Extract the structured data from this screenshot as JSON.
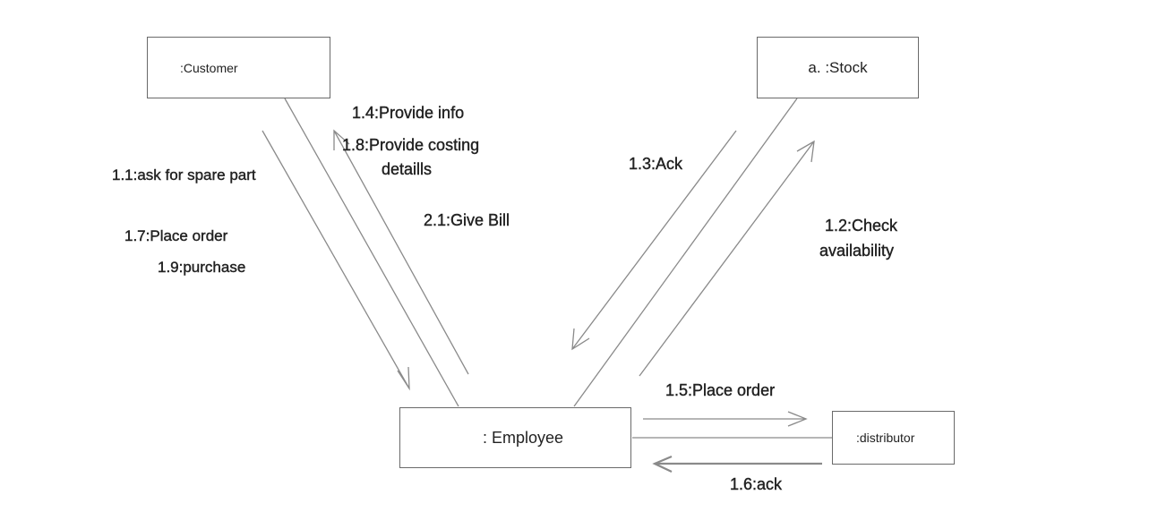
{
  "objects": {
    "customer": ":Customer",
    "stock": "a. :Stock",
    "employee": ": Employee",
    "distributor": ":distributor"
  },
  "messages": {
    "m1_1": "1.1:ask for spare part",
    "m1_7": "1.7:Place order",
    "m1_9": "1.9:purchase",
    "m1_4": "1.4:Provide info",
    "m1_8a": "1.8:Provide costing",
    "m1_8b": "detaills",
    "m2_1": "2.1:Give Bill",
    "m1_3": "1.3:Ack",
    "m1_2a": "1.2:Check",
    "m1_2b": "availability",
    "m1_5": "1.5:Place order",
    "m1_6": "1.6:ack"
  },
  "colors": {
    "line": "#8a8a8a",
    "box_border": "#6a6a6a",
    "text": "#222222"
  }
}
